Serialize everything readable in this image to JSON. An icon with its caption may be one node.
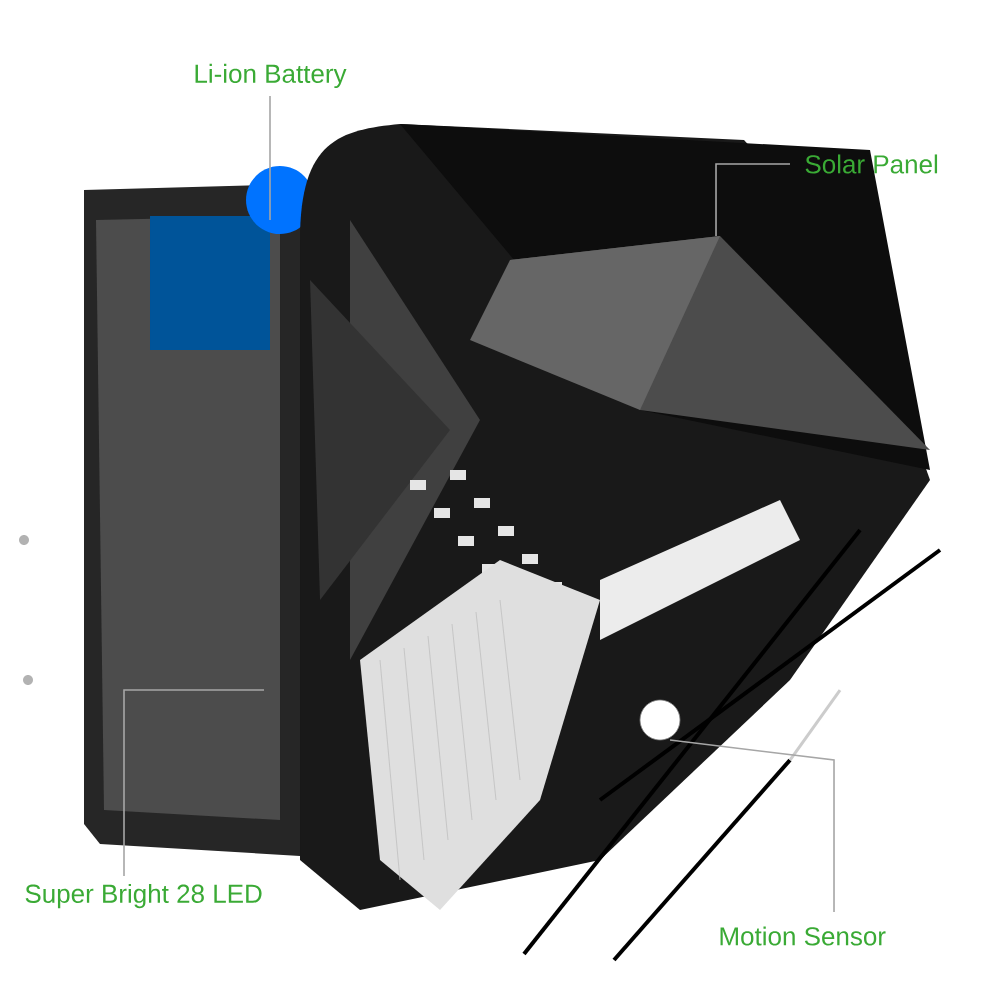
{
  "diagram": {
    "nodes": [
      {
        "text": [
          "Li-ion Battery"
        ]
      },
      {
        "text": [
          "Solar Panel"
        ]
      },
      {
        "text": [
          "Super Bright 28 LED"
        ]
      },
      {
        "text": [
          "Motion Sensor"
        ]
      }
    ],
    "edges": [
      {
        "from": 0,
        "to": null,
        "arrow": "none"
      },
      {
        "from": 1,
        "to": null,
        "arrow": "none"
      },
      {
        "from": 2,
        "to": null,
        "arrow": "none"
      },
      {
        "from": 3,
        "to": null,
        "arrow": "none"
      }
    ]
  }
}
